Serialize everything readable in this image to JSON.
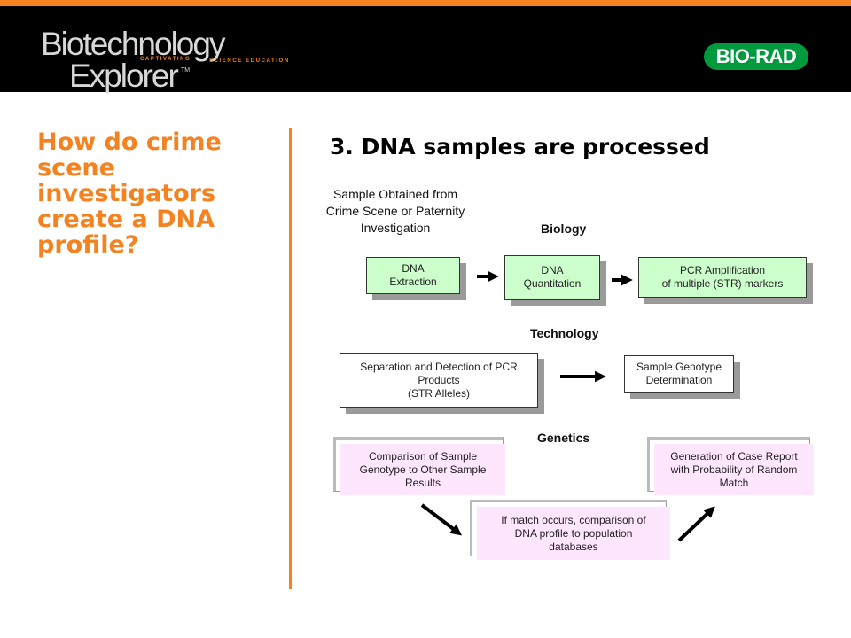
{
  "header": {
    "logo_line1": "Biotechnology",
    "logo_line2": "Explorer",
    "trademark": "TM",
    "tagline_left": "CAPTIVATING",
    "tagline_right": "SCIENCE EDUCATION",
    "brand": "BIO-RAD"
  },
  "colors": {
    "accent": "#f58220",
    "brand_green": "#009a3e",
    "box_green": "#ccffcc",
    "box_pink": "#ffe6ff"
  },
  "question": "How do crime scene investigators create a DNA profile?",
  "slide_title": "3.  DNA samples are processed",
  "sample_label": "Sample Obtained from Crime Scene or Paternity Investigation",
  "sections": {
    "biology": "Biology",
    "technology": "Technology",
    "genetics": "Genetics"
  },
  "boxes": {
    "dna_extraction": "DNA\nExtraction",
    "dna_quantitation": "DNA\nQuantitation",
    "pcr_amplification": "PCR Amplification\nof multiple (STR) markers",
    "separation_detection": "Separation and Detection of PCR\nProducts\n(STR  Alleles)",
    "sample_genotype": "Sample Genotype\nDetermination",
    "comparison": "Comparison of Sample\nGenotype to Other Sample\nResults",
    "match_database": "If match occurs, comparison of\nDNA profile to population\ndatabases",
    "case_report": "Generation of Case Report\nwith Probability of Random\nMatch"
  },
  "icons": [
    "right-arrow-icon",
    "down-right-arrow-icon",
    "up-right-arrow-icon"
  ]
}
